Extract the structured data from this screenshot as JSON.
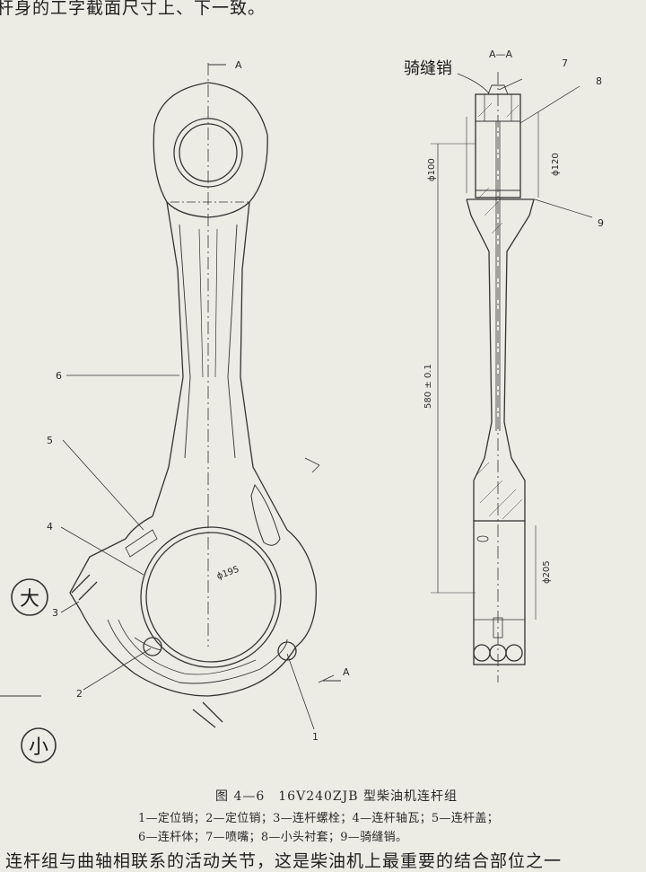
{
  "page": {
    "top_text": "杆身的工字截面尺寸上、下一致。",
    "bottom_text": "连杆组与曲轴相联系的活动关节，这是柴油机上最重要的结合部位之一"
  },
  "figure": {
    "caption": "图 4—6　16V240ZJB 型柴油机连杆组",
    "legend_line1": "1—定位销；2—定位销；3—连杆螺栓；4—连杆轴瓦；5—连杆盖；",
    "legend_line2": "6—连杆体；7—喷嘴；8—小头衬套；9—骑缝销。",
    "section_title": "A—A",
    "section_mark_a": "A",
    "handwritten_label": "骑缝销",
    "part_labels": [
      "1",
      "2",
      "3",
      "4",
      "5",
      "6",
      "7",
      "8",
      "9"
    ],
    "dimensions": {
      "small_end_bore": "ϕ100",
      "small_end_outer": "ϕ120",
      "center_distance": "580 ± 0.1",
      "big_end_bore": "ϕ195",
      "big_end_outer": "ϕ205"
    },
    "handwritten_marks": [
      "大",
      "小"
    ]
  }
}
